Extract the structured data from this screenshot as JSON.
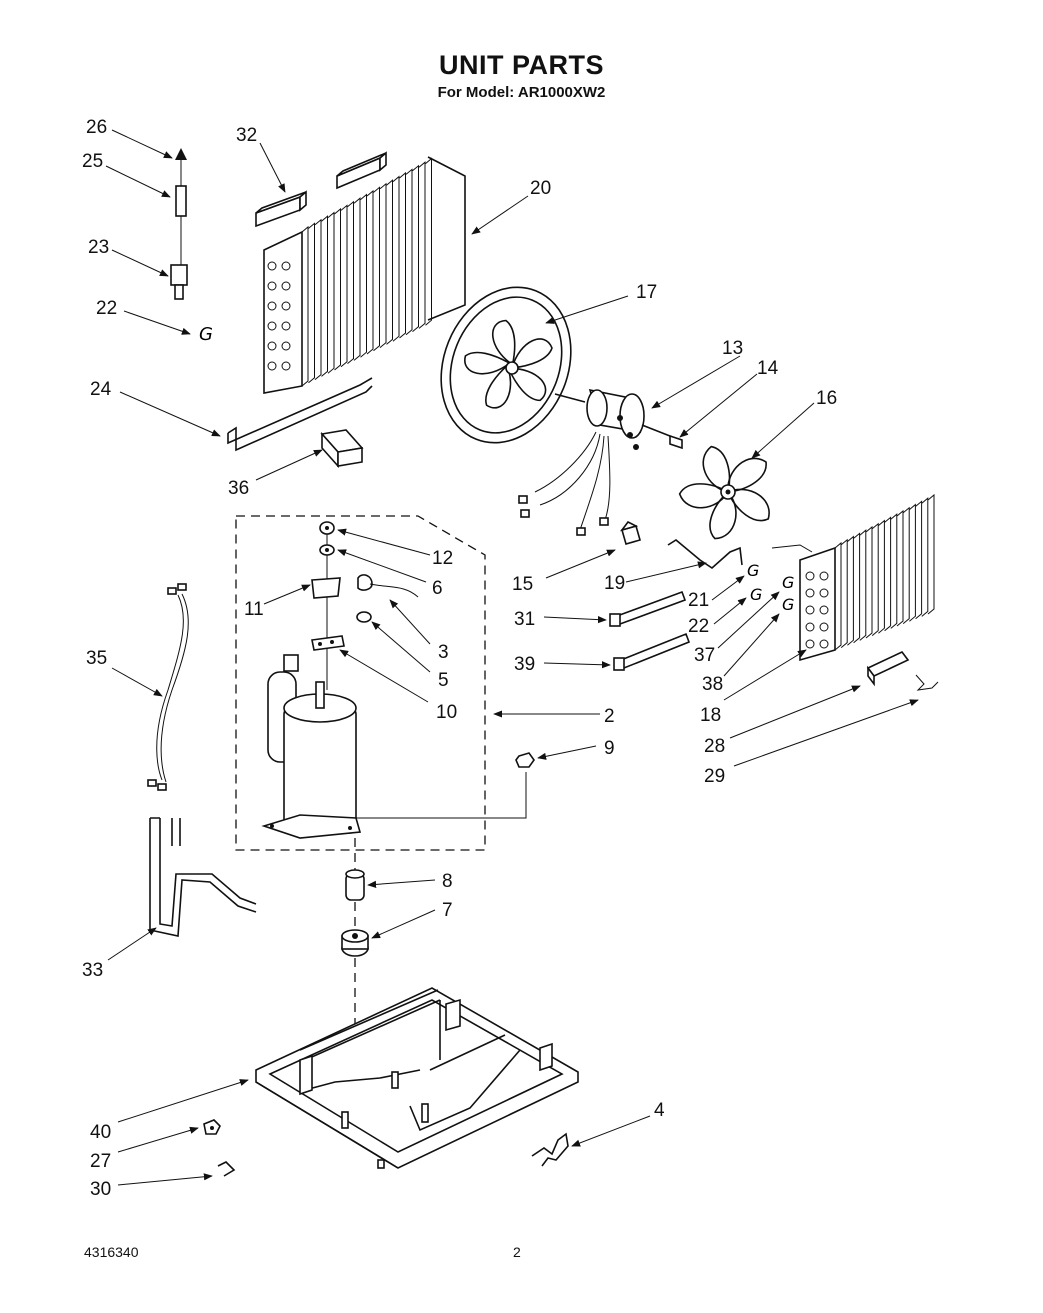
{
  "header": {
    "title": "UNIT PARTS",
    "model_line": "For Model: AR1000XW2"
  },
  "footer": {
    "doc_number": "4316340",
    "page_number": "2"
  },
  "part_labels": {
    "p2": "2",
    "p3": "3",
    "p4": "4",
    "p5": "5",
    "p6": "6",
    "p7": "7",
    "p8": "8",
    "p9": "9",
    "p10": "10",
    "p11": "11",
    "p12": "12",
    "p13": "13",
    "p14": "14",
    "p15": "15",
    "p16": "16",
    "p17": "17",
    "p18": "18",
    "p19": "19",
    "p20": "20",
    "p21": "21",
    "p22a": "22",
    "p22b": "22",
    "p23": "23",
    "p24": "24",
    "p25": "25",
    "p26": "26",
    "p27": "27",
    "p28": "28",
    "p29": "29",
    "p30": "30",
    "p31": "31",
    "p32": "32",
    "p33": "33",
    "p35": "35",
    "p36": "36",
    "p37": "37",
    "p38": "38",
    "p39": "39",
    "p40": "40"
  }
}
